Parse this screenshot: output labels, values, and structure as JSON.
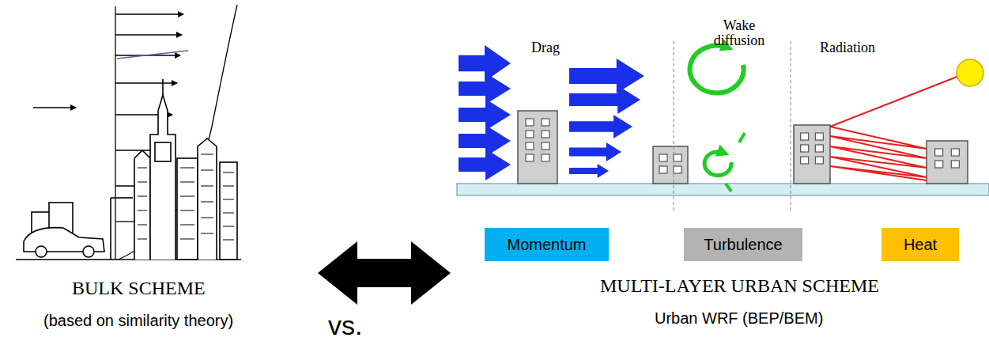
{
  "diagram": {
    "nodes": [
      {
        "text": [
          "Momentum"
        ]
      },
      {
        "text": [
          "Turbulence"
        ]
      },
      {
        "text": [
          "Heat"
        ]
      }
    ],
    "labels": [
      "Drag",
      "Wake diffusion",
      "Radiation",
      "BULK SCHEME",
      "(based on similarity theory)",
      "vs.",
      "MULTI-LAYER URBAN SCHEME",
      "Urban WRF (BEP/BEM)"
    ]
  }
}
